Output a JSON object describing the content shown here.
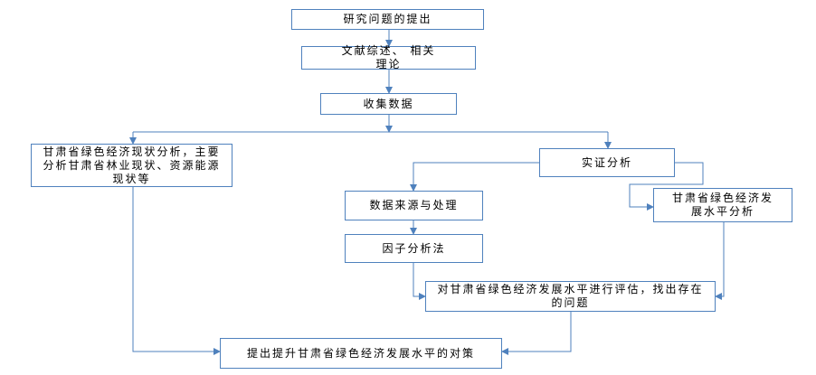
{
  "flowchart": {
    "nodes": {
      "research_question": "研究问题的提出",
      "literature_review": "文献综述、 相关理论",
      "data_collection": "收集数据",
      "status_analysis": "甘肃省绿色经济现状分析，主要分析甘肃省林业现状、资源能源现状等",
      "empirical_analysis": "实证分析",
      "data_source": "数据来源与处理",
      "factor_analysis": "因子分析法",
      "development_level": "甘肃省绿色经济发展水平分析",
      "evaluation": "对甘肃省绿色经济发展水平进行评估，找出存在的问题",
      "countermeasures": "提出提升甘肃省绿色经济发展水平的对策"
    },
    "colors": {
      "box_border": "#4f81bd",
      "connector": "#4f81bd"
    }
  }
}
